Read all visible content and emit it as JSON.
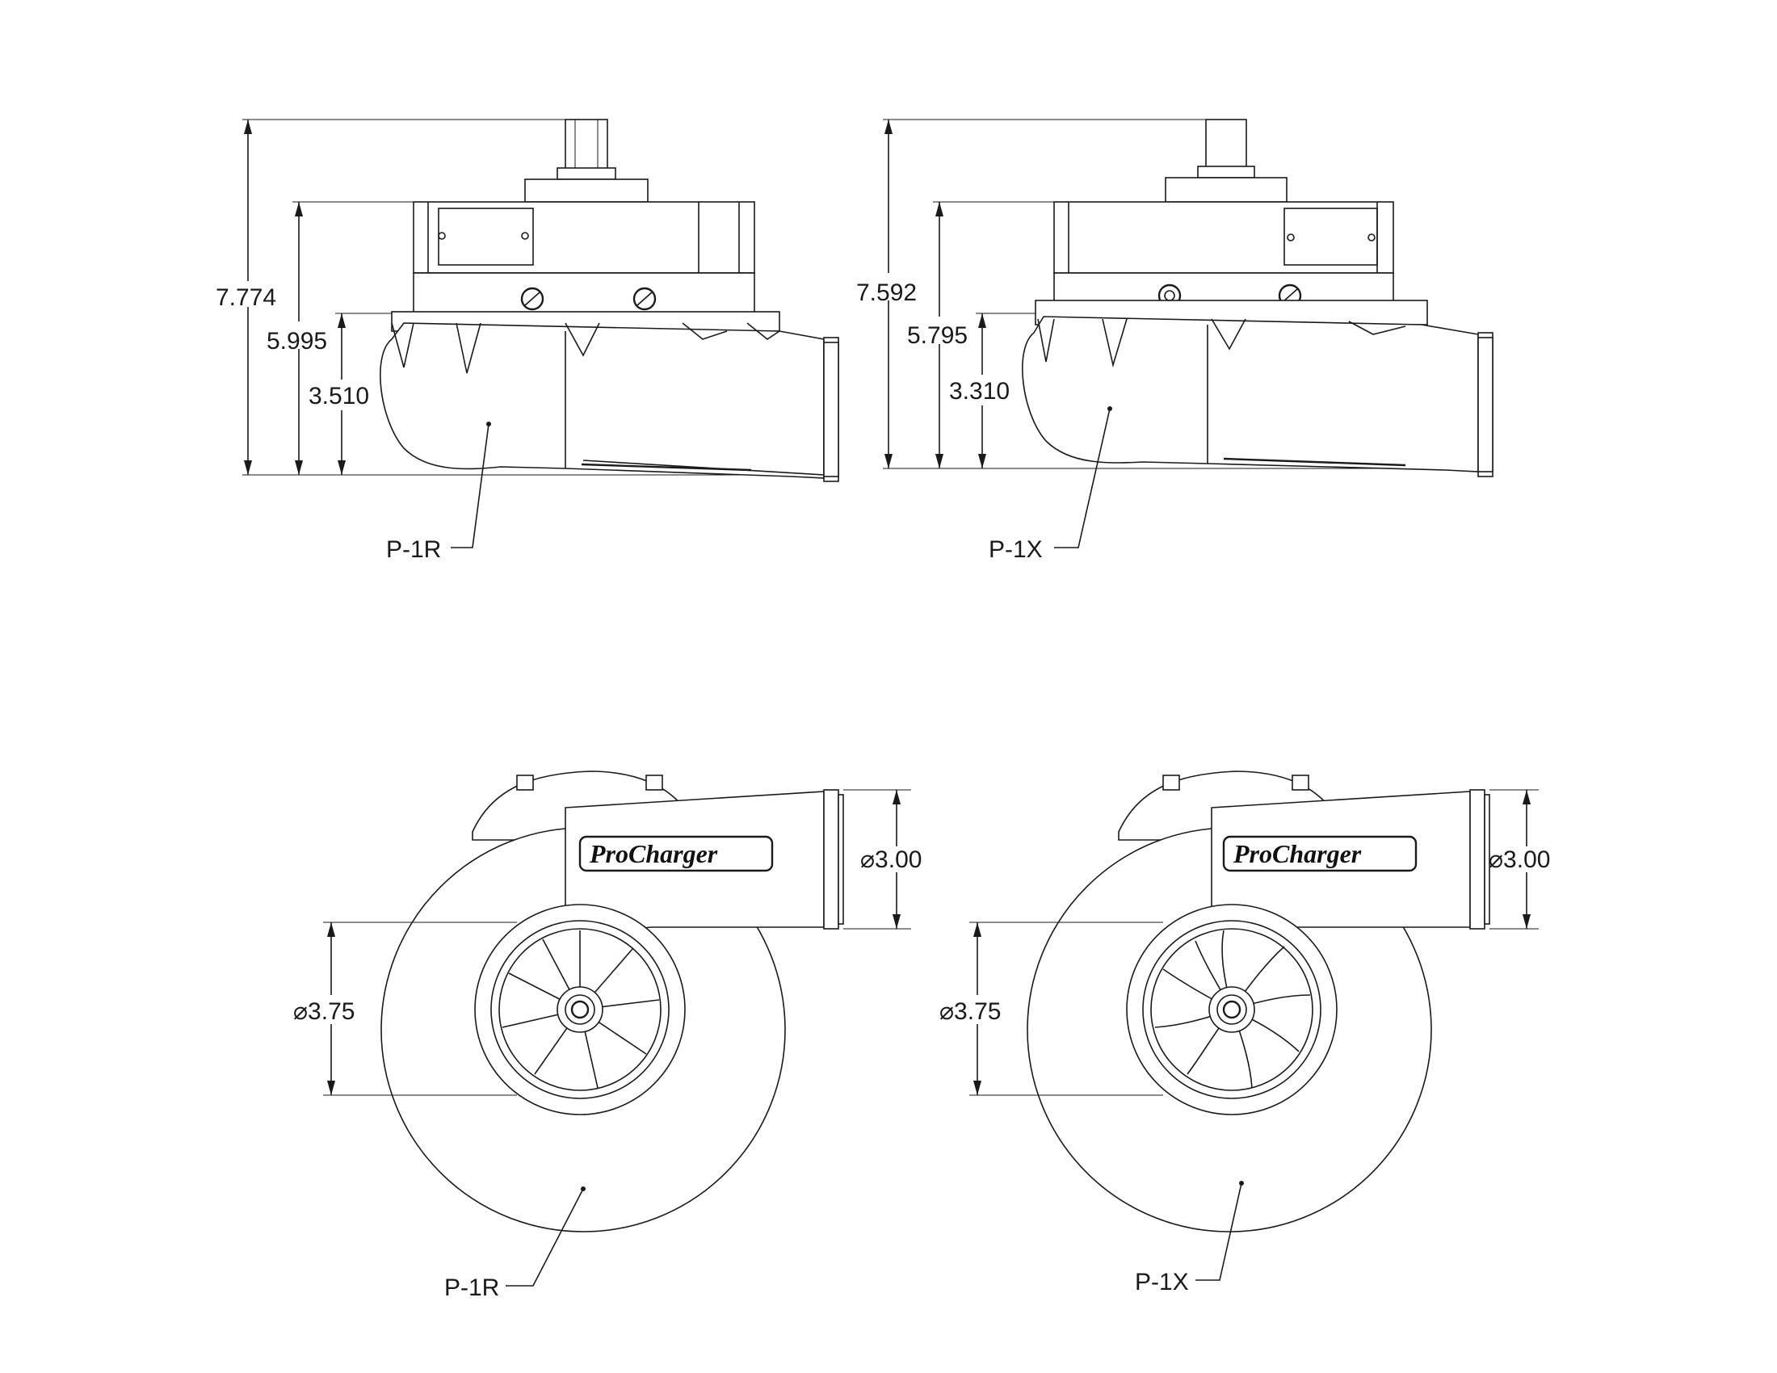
{
  "side_views": {
    "left": {
      "model_label": "P-1R",
      "dims": {
        "overall_height": "7.774",
        "housing_height": "5.995",
        "outlet_height": "3.510"
      }
    },
    "right": {
      "model_label": "P-1X",
      "dims": {
        "overall_height": "7.592",
        "housing_height": "5.795",
        "outlet_height": "3.310"
      }
    }
  },
  "front_views": {
    "left": {
      "model_label": "P-1R",
      "logo_text": "ProCharger",
      "outlet_diameter": "⌀3.00",
      "inlet_diameter": "⌀3.75"
    },
    "right": {
      "model_label": "P-1X",
      "logo_text": "ProCharger",
      "outlet_diameter": "⌀3.00",
      "inlet_diameter": "⌀3.75"
    }
  }
}
